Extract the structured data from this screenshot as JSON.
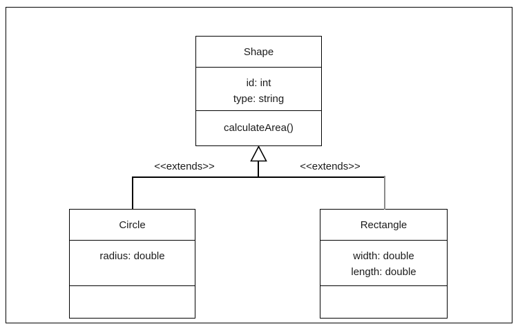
{
  "diagram": {
    "kind": "uml-class-diagram",
    "classes": [
      {
        "name": "Shape",
        "attributes": [
          "id: int",
          "type: string"
        ],
        "methods": [
          "calculateArea()"
        ]
      },
      {
        "name": "Circle",
        "attributes": [
          "radius: double"
        ],
        "methods": []
      },
      {
        "name": "Rectangle",
        "attributes": [
          "width: double",
          "length: double"
        ],
        "methods": []
      }
    ],
    "relationships": [
      {
        "type": "inheritance",
        "from": "Circle",
        "to": "Shape",
        "stereotype": "<<extends>>"
      },
      {
        "type": "inheritance",
        "from": "Rectangle",
        "to": "Shape",
        "stereotype": "<<extends>>"
      }
    ],
    "colors": {
      "stroke": "#000000",
      "secondary_stroke": "#8a8a8a",
      "background": "#ffffff",
      "text": "#1a1a1a"
    }
  }
}
